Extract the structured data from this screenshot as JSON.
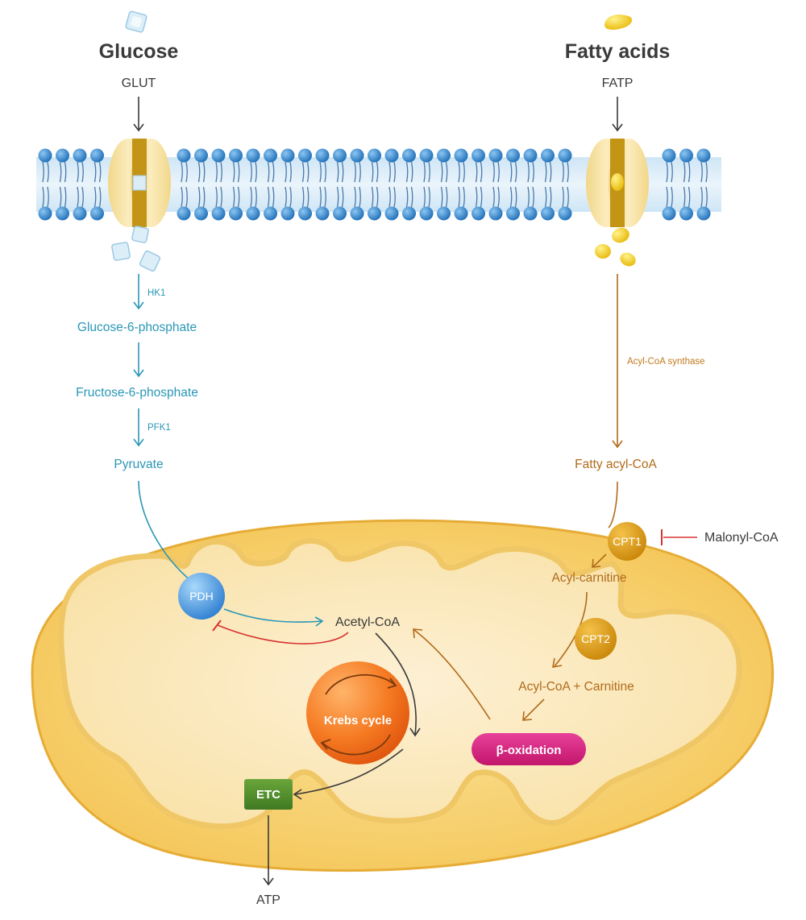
{
  "glucose": {
    "title": "Glucose",
    "transporter": "GLUT",
    "enzyme_1": "HK1",
    "step_1": "Glucose-6-phosphate",
    "step_2": "Fructose-6-phosphate",
    "enzyme_2": "PFK1",
    "step_3": "Pyruvate"
  },
  "fatty_acids": {
    "title": "Fatty acids",
    "transporter": "FATP",
    "enzyme": "Acyl-CoA synthase",
    "step_1": "Fatty acyl-CoA",
    "inhibitor": "Malonyl-CoA"
  },
  "mitochondrion": {
    "pdh": "PDH",
    "acetyl_coa": "Acetyl-CoA",
    "krebs": "Krebs cycle",
    "etc": "ETC",
    "atp": "ATP",
    "cpt1": "CPT1",
    "acyl_carnitine": "Acyl-carnitine",
    "cpt2": "CPT2",
    "acyl_coa_carnitine": "Acyl-CoA + Carnitine",
    "beta_oxidation": "β-oxidation"
  },
  "colors": {
    "glycolysis": "#2a97b5",
    "fatty_acid_path": "#b06b1a",
    "inhibition": "#d8332f",
    "krebs": "#ee6a1c",
    "beta_oxidation": "#d4207a",
    "etc": "#4e8a2a",
    "membrane_head": "#2f86cf",
    "mitochondrion": "#f7cf6a"
  }
}
